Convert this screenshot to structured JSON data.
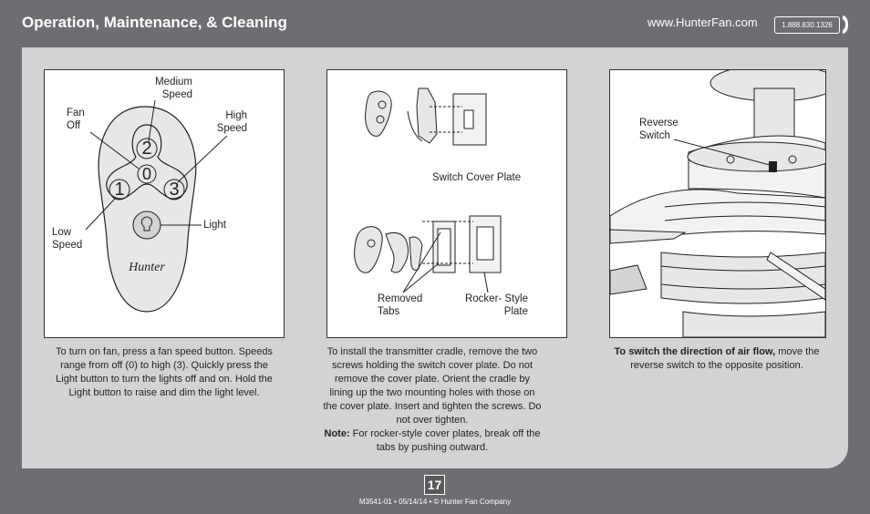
{
  "header": {
    "title": "Operation, Maintenance, & Cleaning",
    "url": "www.HunterFan.com",
    "phone": "1.888.830.1326"
  },
  "figure1": {
    "labels": {
      "medium_speed": "Medium\nSpeed",
      "fan_off": "Fan\nOff",
      "high_speed": "High\nSpeed",
      "low_speed": "Low\nSpeed",
      "light": "Light"
    },
    "buttons": {
      "b0": "0",
      "b1": "1",
      "b2": "2",
      "b3": "3"
    },
    "brand": "Hunter",
    "caption": "To turn on fan, press a fan speed button. Speeds range from off (0) to high (3). Quickly press the Light button to turn the lights off and on. Hold the Light button to raise and dim the light level."
  },
  "figure2": {
    "labels": {
      "switch_cover_plate": "Switch Cover Plate",
      "removed_tabs": "Removed\nTabs",
      "rocker_style_plate": "Rocker- Style\nPlate"
    },
    "caption_main": "To install the transmitter cradle, remove the two screws holding the switch cover plate. Do not remove the cover plate. Orient the cradle by lining up the two mounting holes with those on the cover plate. Insert and tighten the screws. Do not over tighten.",
    "note_label": "Note:",
    "note_text": " For rocker-style cover plates, break off the tabs by pushing outward."
  },
  "figure3": {
    "labels": {
      "reverse_switch": "Reverse\nSwitch"
    },
    "caption_bold": "To switch the direction of air flow,",
    "caption_text": " move the reverse switch to the opposite position."
  },
  "page_number": "17",
  "footer": "M3541-01 • 05/14/14 • © Hunter Fan Company",
  "colors": {
    "background": "#6d6e71",
    "panel": "#d1d3d4",
    "remote": "#e6e7e8"
  }
}
